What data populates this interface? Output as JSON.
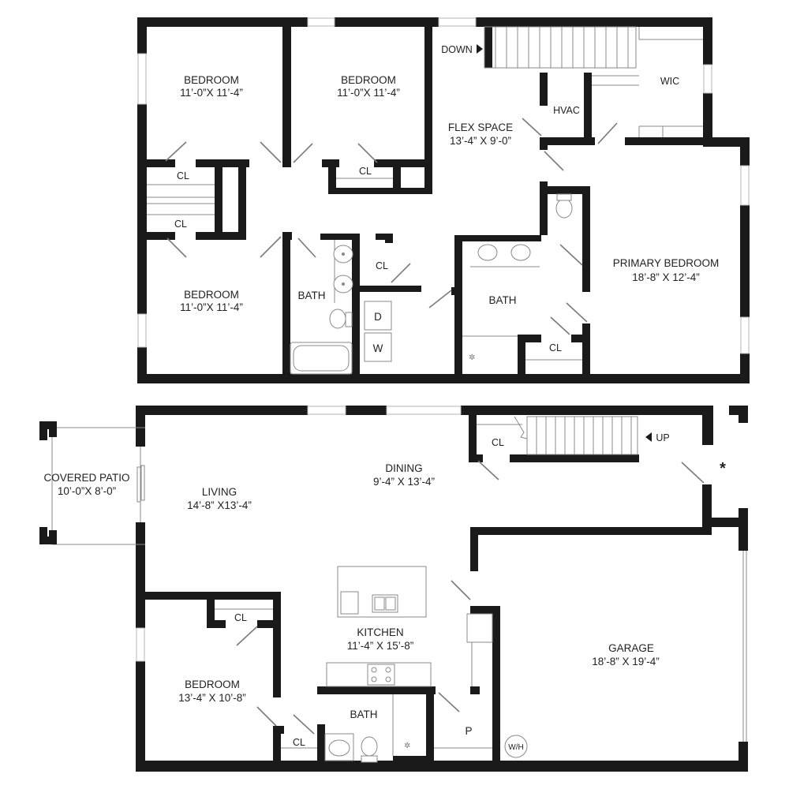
{
  "upper": {
    "bedroom_1": {
      "name": "BEDROOM",
      "size": "11’-0”X 11’-4”"
    },
    "bedroom_2": {
      "name": "BEDROOM",
      "size": "11’-0”X 11’-4”"
    },
    "bedroom_3": {
      "name": "BEDROOM",
      "size": "11’-0”X 11’-4”"
    },
    "flex_space": {
      "name": "FLEX SPACE",
      "size": "13’-4” X 9’-0”"
    },
    "primary_bedroom": {
      "name": "PRIMARY BEDROOM",
      "size": "18’-8” X 12’-4”"
    },
    "closet_1": "CL",
    "closet_2": "CL",
    "closet_3": "CL",
    "closet_4": "CL",
    "closet_5": "CL",
    "hvac": "HVAC",
    "wic": "WIC",
    "bath_hall": "BATH",
    "bath_primary": "BATH",
    "dryer": "D",
    "washer": "W",
    "stairs_down": "DOWN"
  },
  "lower": {
    "covered_patio": {
      "name": "COVERED PATIO",
      "size": "10’-0”X 8’-0”"
    },
    "living": {
      "name": "LIVING",
      "size": "14’-8” X13’-4”"
    },
    "dining": {
      "name": "DINING",
      "size": "9’-4” X 13’-4”"
    },
    "kitchen": {
      "name": "KITCHEN",
      "size": "11’-4” X 15’-8”"
    },
    "bedroom": {
      "name": "BEDROOM",
      "size": "13’-4” X 10’-8”"
    },
    "garage": {
      "name": "GARAGE",
      "size": "18’-8” X 19’-4”"
    },
    "closet_stair": "CL",
    "closet_bedroom": "CL",
    "closet_bath": "CL",
    "bath": "BATH",
    "pantry": "P",
    "water_heater": "W/H",
    "stairs_up": "UP",
    "asterisk": "*"
  },
  "colors": {
    "wall": "#1a1a1a",
    "fixture": "#8a8a8a",
    "door": "#7a7a7a"
  }
}
